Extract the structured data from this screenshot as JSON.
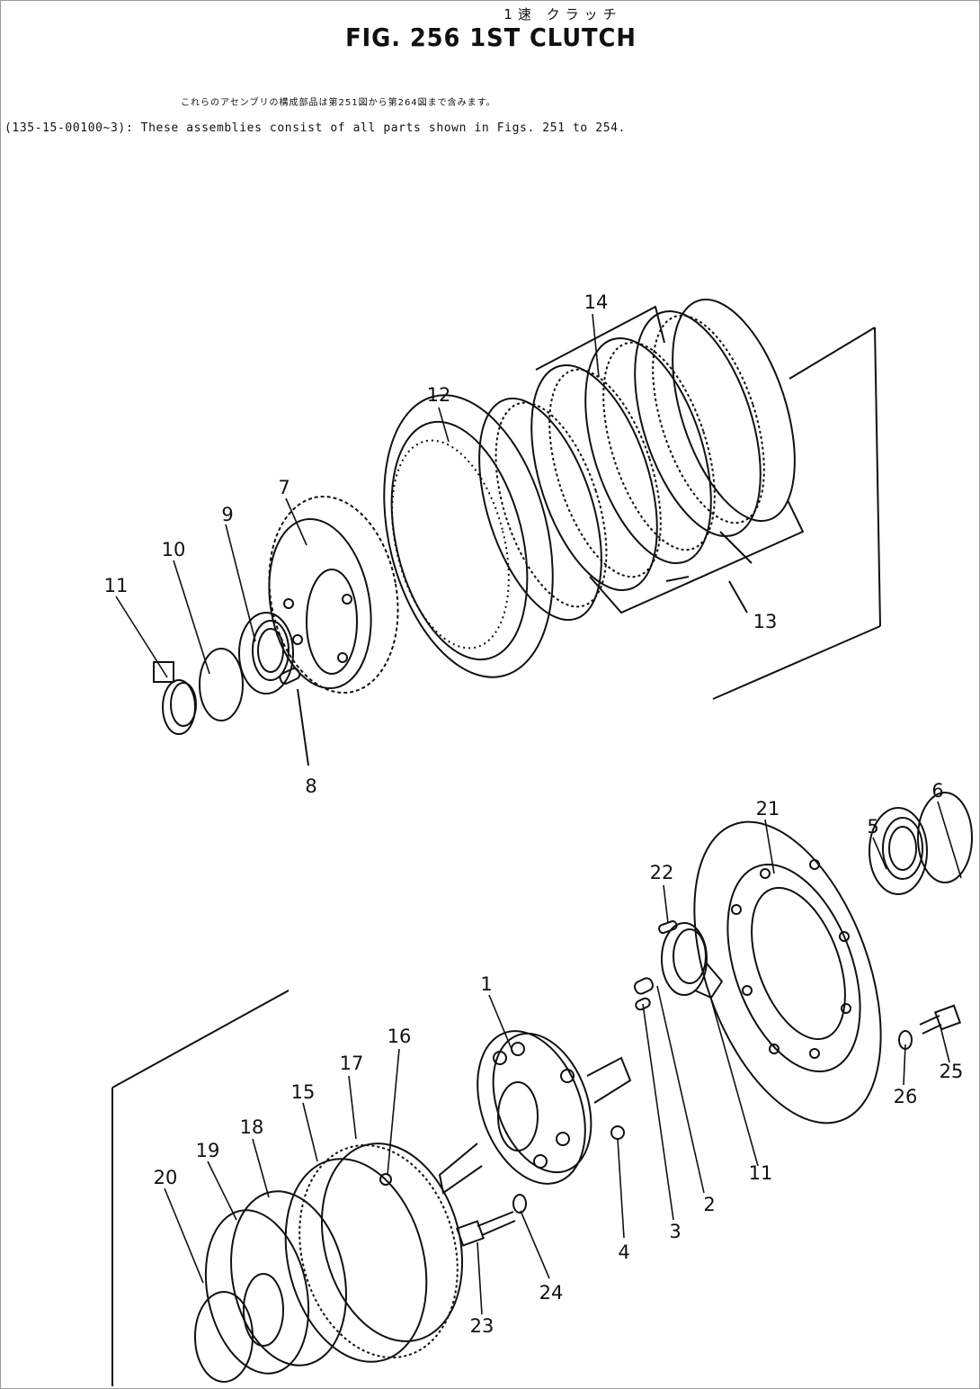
{
  "header": {
    "japanese_title": "1速 クラッチ",
    "figure_title": "FIG. 256   1ST CLUTCH"
  },
  "note": {
    "japanese": "これらのアセンブリの構成部品は第251図から第264図まで含みます。",
    "english": "(135-15-00100~3): These assemblies consist of all parts shown in Figs. 251 to 254."
  },
  "callouts": [
    "1",
    "2",
    "3",
    "4",
    "5",
    "6",
    "7",
    "8",
    "9",
    "10",
    "11",
    "11",
    "12",
    "13",
    "14",
    "15",
    "16",
    "17",
    "18",
    "19",
    "20",
    "21",
    "22",
    "23",
    "24",
    "25",
    "26"
  ]
}
